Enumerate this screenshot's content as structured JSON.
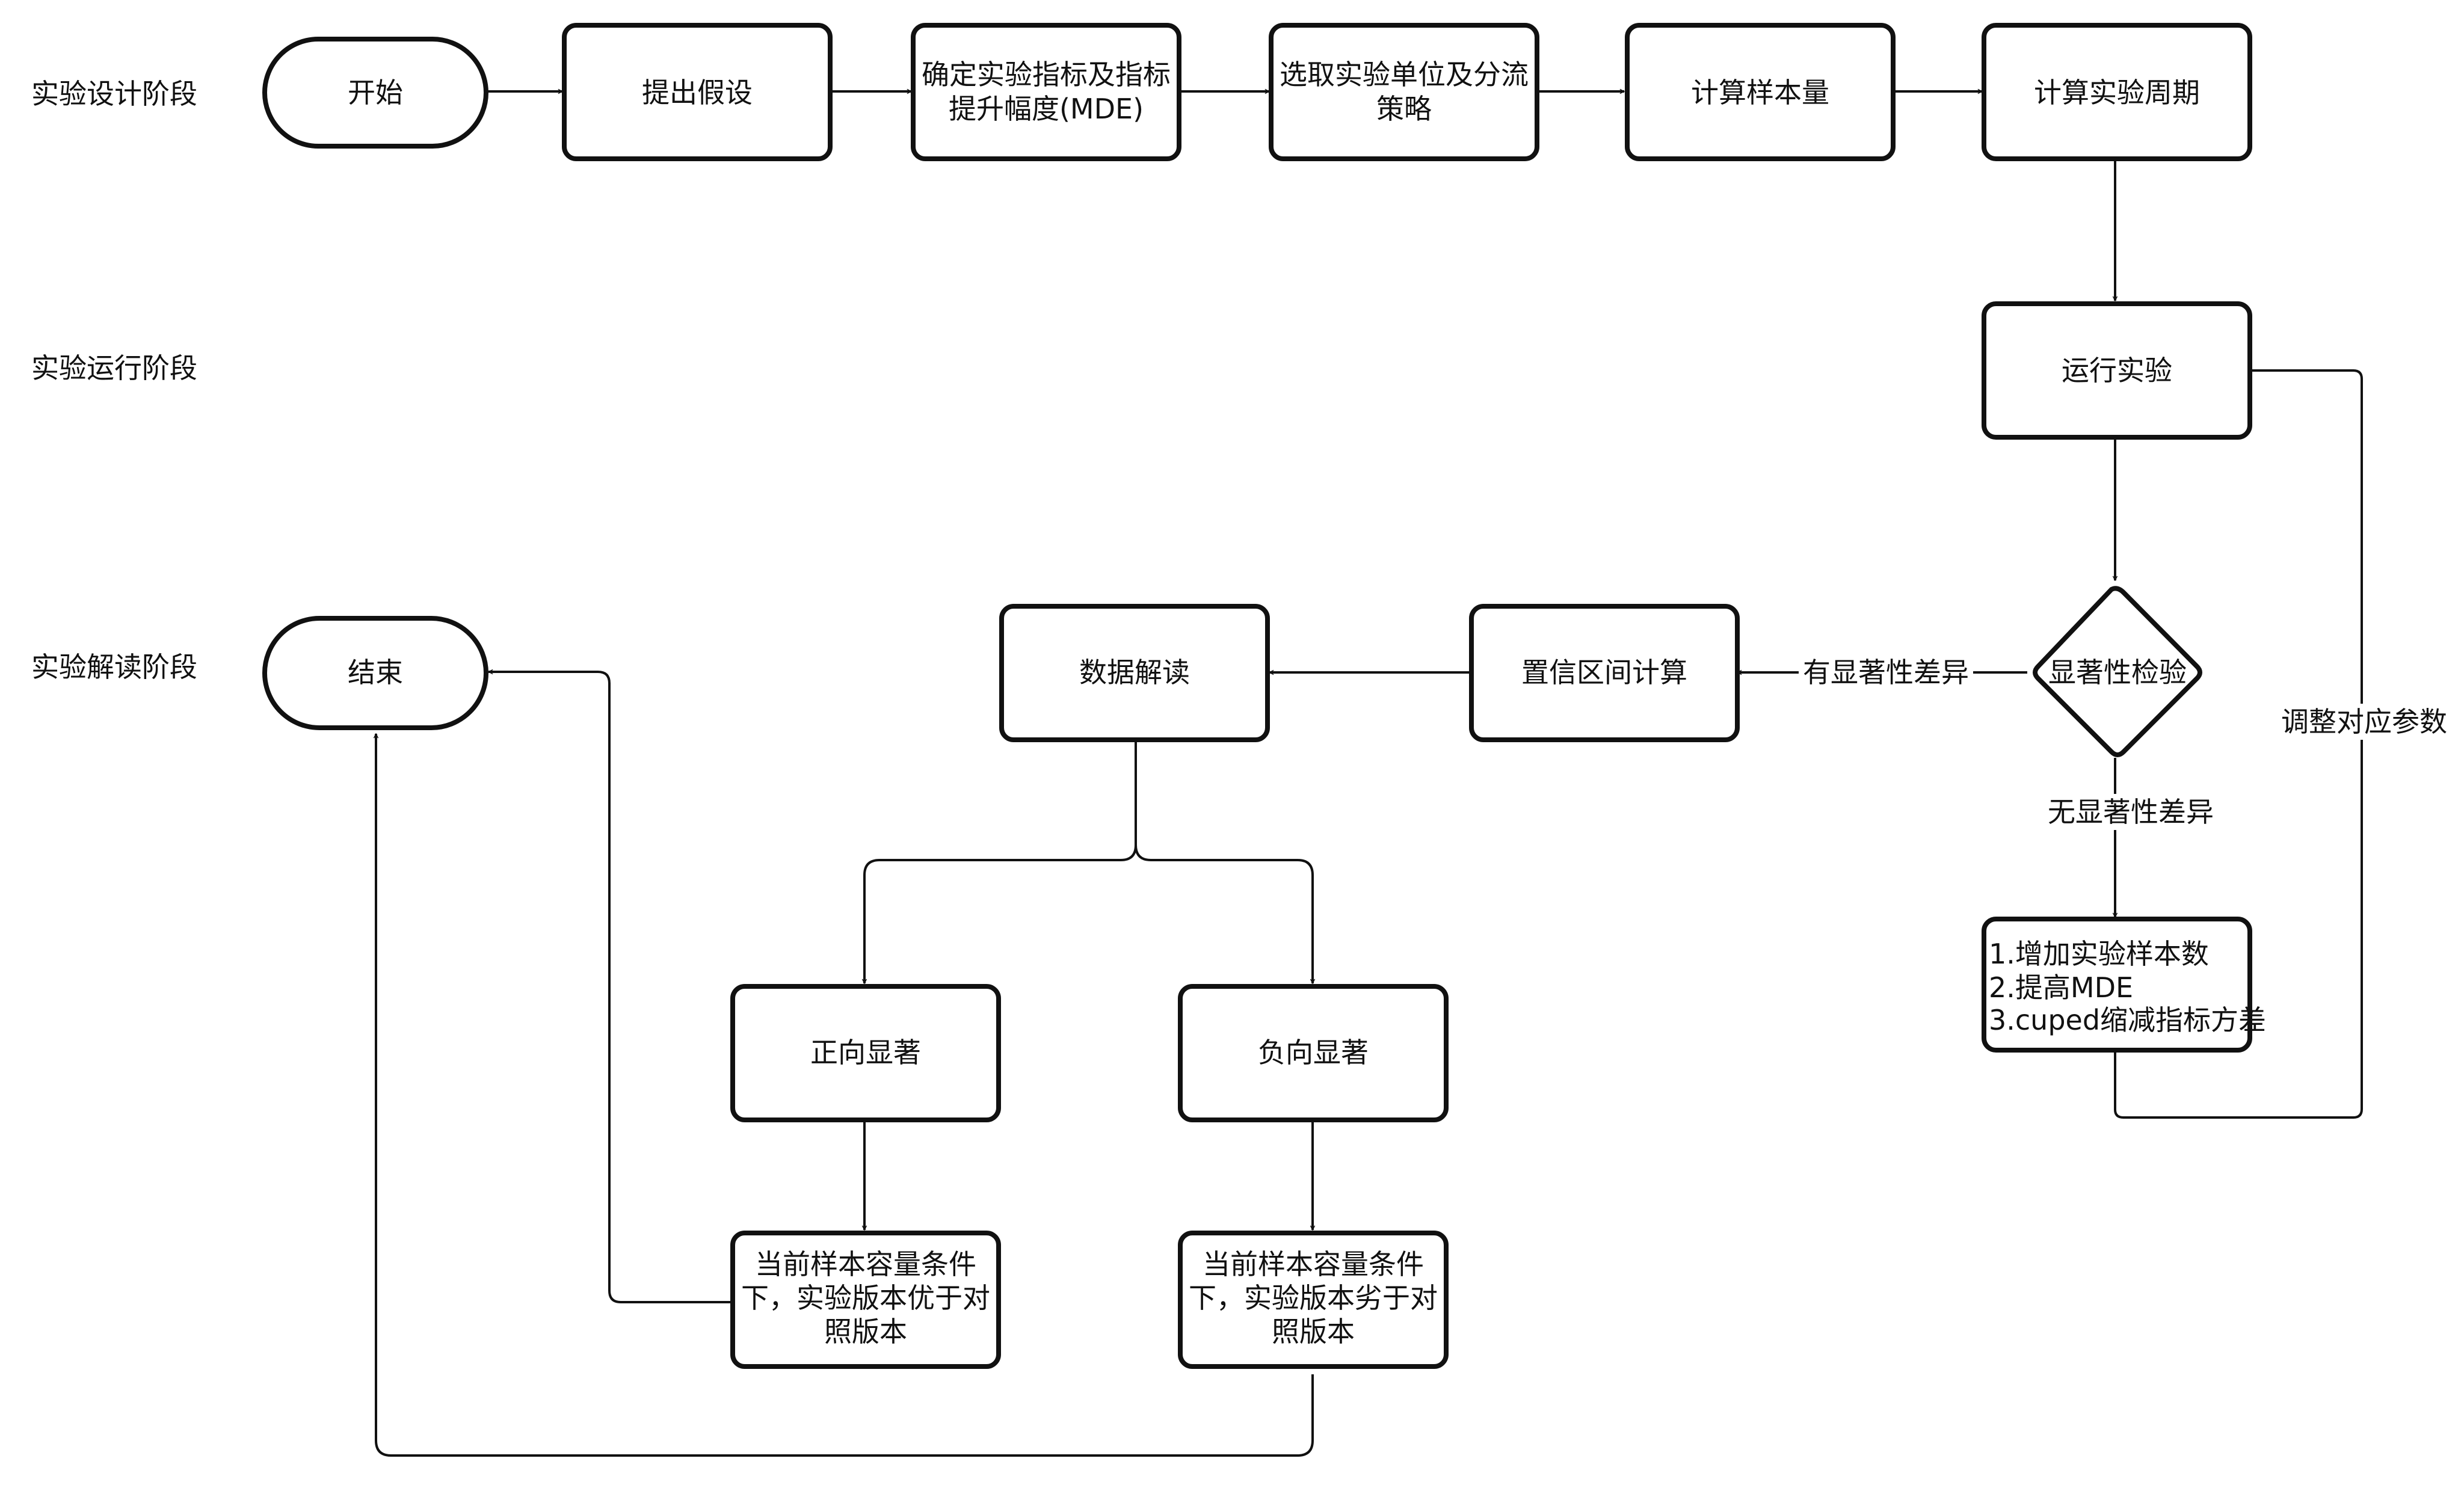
{
  "stages": {
    "design": "实验设计阶段",
    "run": "实验运行阶段",
    "interpret": "实验解读阶段"
  },
  "nodes": {
    "start": "开始",
    "hypothesis": "提出假设",
    "metric_l1": "确定实验指标及指标",
    "metric_l2": "提升幅度(MDE)",
    "unit_l1": "选取实验单位及分流",
    "unit_l2": "策略",
    "sample_size": "计算样本量",
    "period": "计算实验周期",
    "run": "运行实验",
    "test": "显著性检验",
    "ci": "置信区间计算",
    "interpret": "数据解读",
    "end": "结束",
    "positive": "正向显著",
    "negative": "负向显著",
    "pos_result_l1": "当前样本容量条件",
    "pos_result_l2": "下，实验版本优于对",
    "pos_result_l3": "照版本",
    "neg_result_l1": "当前样本容量条件",
    "neg_result_l2": "下，实验版本劣于对",
    "neg_result_l3": "照版本",
    "adjust_l1": "1.增加实验样本数",
    "adjust_l2": "2.提高MDE",
    "adjust_l3": "3.cuped缩减指标方差"
  },
  "edge_labels": {
    "significant": "有显著性差异",
    "not_significant": "无显著性差异",
    "adjust_params": "调整对应参数"
  }
}
